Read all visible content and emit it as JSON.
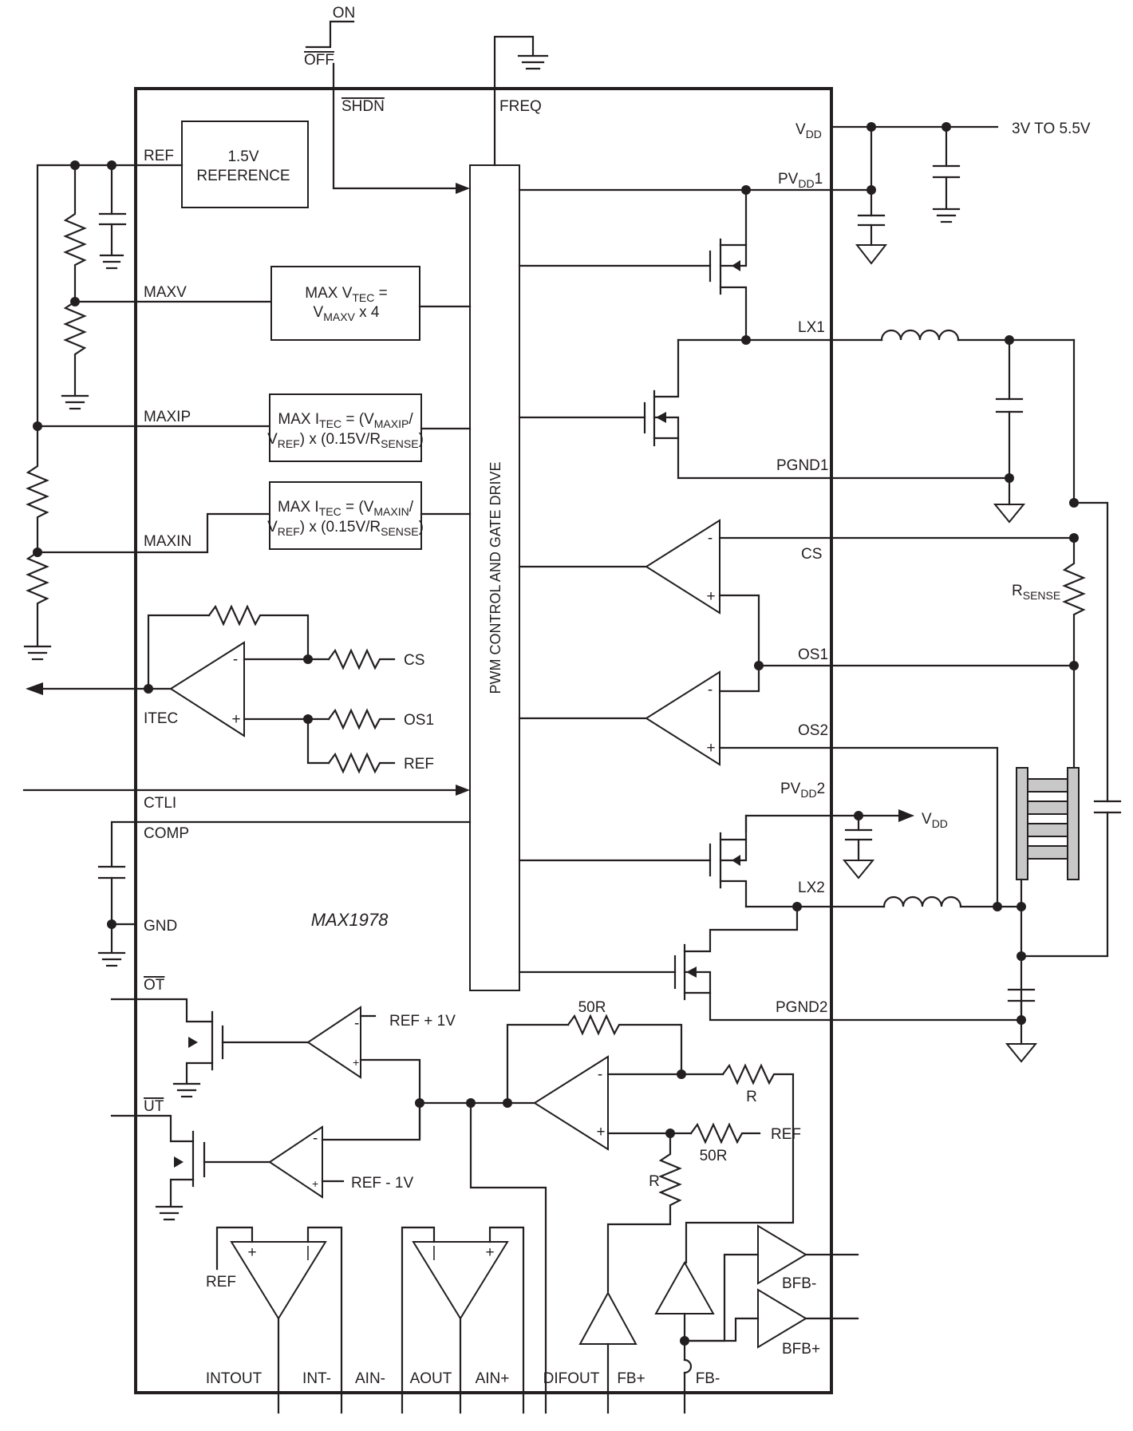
{
  "chip": {
    "part": "MAX1978"
  },
  "switch": {
    "on": "ON",
    "off": "OFF"
  },
  "supply": {
    "range": "3V TO 5.5V"
  },
  "blocks": {
    "reference": [
      "1.5V",
      "REFERENCE"
    ],
    "pwm": "PWM CONTROL AND GATE DRIVE",
    "maxv": {
      "line1_main": "MAX V",
      "line1_sub": "TEC",
      "line1_tail": " =",
      "line2_main": "V",
      "line2_sub": "MAXV",
      "line2_tail": " x 4"
    },
    "maxip": {
      "l1_a": "MAX I",
      "l1_sub": "TEC",
      "l1_b": " = (V",
      "l1_sub2": "MAXIP",
      "l1_c": "/",
      "l2_a": "V",
      "l2_sub": "REF",
      "l2_b": ") x (0.15V/R",
      "l2_sub2": "SENSE",
      "l2_c": ")"
    },
    "maxin": {
      "l1_a": "MAX I",
      "l1_sub": "TEC",
      "l1_b": " = (V",
      "l1_sub2": "MAXIN",
      "l1_c": "/",
      "l2_a": "V",
      "l2_sub": "REF",
      "l2_b": ") x (0.15V/R",
      "l2_sub2": "SENSE",
      "l2_c": ")"
    }
  },
  "pins": {
    "shdn": "SHDN",
    "freq": "FREQ",
    "ref": "REF",
    "maxv": "MAXV",
    "maxip": "MAXIP",
    "maxin": "MAXIN",
    "itec": "ITEC",
    "ctli": "CTLI",
    "comp": "COMP",
    "gnd": "GND",
    "ot": "OT",
    "ut": "UT",
    "vdd_main": "V",
    "vdd_sub": "DD",
    "pvdd1_main": "PV",
    "pvdd1_sub": "DD",
    "pvdd1_tail": "1",
    "lx1": "LX1",
    "pgnd1": "PGND1",
    "cs": "CS",
    "os1": "OS1",
    "os2": "OS2",
    "pvdd2_main": "PV",
    "pvdd2_sub": "DD",
    "pvdd2_tail": "2",
    "lx2": "LX2",
    "pgnd2": "PGND2",
    "intout": "INTOUT",
    "intm": "INT-",
    "ainm": "AIN-",
    "aout": "AOUT",
    "ainp": "AIN+",
    "difout": "DIFOUT",
    "fbp": "FB+",
    "fbm": "FB-",
    "bfbm": "BFB-",
    "bfbp": "BFB+"
  },
  "internal_labels": {
    "cs": "CS",
    "os1": "OS1",
    "ref_a": "REF",
    "ref_plus": "REF + 1V",
    "ref_minus": "REF - 1V",
    "ref_b": "REF",
    "ref_c": "REF",
    "r50_top": "50R",
    "r50_bot": "50R",
    "r_top": "R",
    "r_mid": "R",
    "vdd_out_main": "V",
    "vdd_out_sub": "DD",
    "rsense_main": "R",
    "rsense_sub": "SENSE",
    "minus": "-",
    "plus": "+"
  }
}
